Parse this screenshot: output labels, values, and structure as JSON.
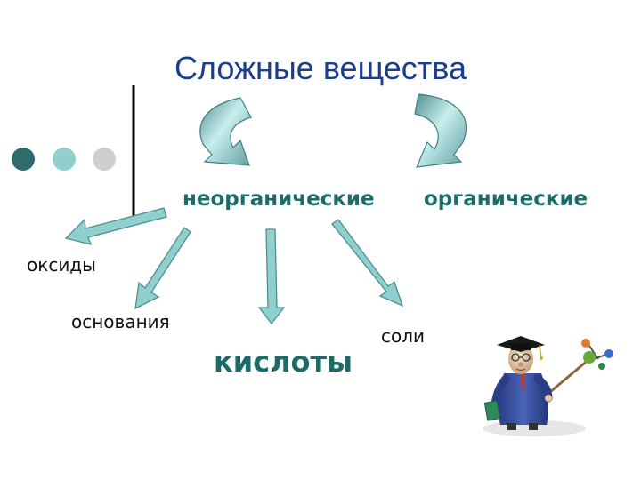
{
  "title": "Сложные вещества",
  "categories": {
    "inorganic": "неорганические",
    "organic": "органические"
  },
  "subclasses": {
    "oxides": "оксиды",
    "bases": "основания",
    "acids": "кислоты",
    "salts": "соли"
  },
  "colors": {
    "title": "#1a3d8f",
    "category_text": "#1c6b6b",
    "subclass_text": "#111111",
    "arrow_fill": "#8fd0cf",
    "arrow_stroke": "#4f8f90",
    "dot_dark": "#2f6b6b",
    "dot_mid": "#8fd0cf",
    "dot_light": "#cfcfcf"
  },
  "icons": [
    "curved-arrow-icon",
    "straight-arrow-icon",
    "professor-figure-icon",
    "bullet-dot-icon"
  ]
}
